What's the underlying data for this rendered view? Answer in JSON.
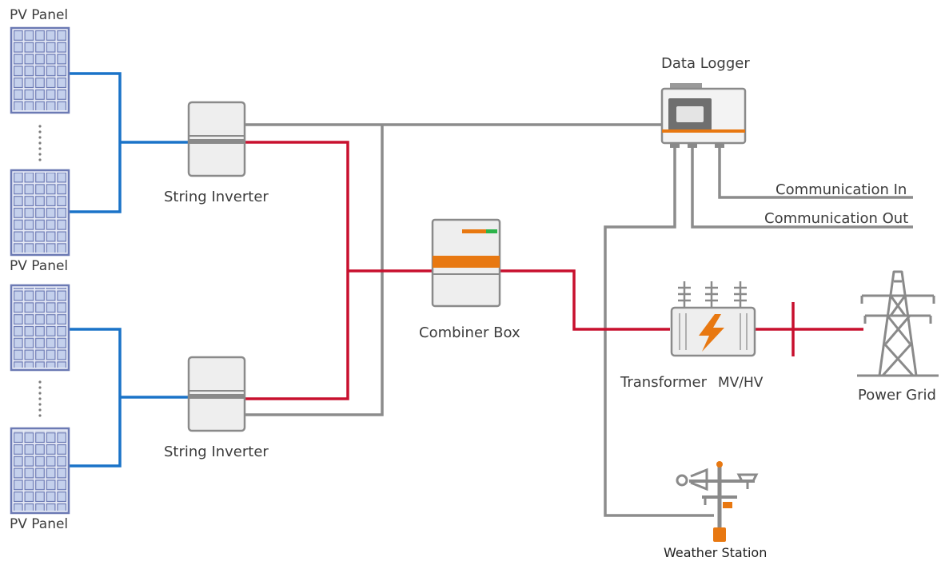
{
  "labels": {
    "pv_panel_top": "PV Panel",
    "pv_panel_mid": "PV Panel",
    "pv_panel_bottom": "PV Panel",
    "string_inverter_top": "String Inverter",
    "string_inverter_bottom": "String Inverter",
    "combiner_box": "Combiner Box",
    "data_logger": "Data Logger",
    "communication_in": "Communication In",
    "communication_out": "Communication Out",
    "transformer": "Transformer",
    "transformer_rating": "MV/HV",
    "power_grid": "Power Grid",
    "weather_station": "Weather Station"
  },
  "colors": {
    "dc_wire": "#1a73c8",
    "ac_wire": "#c8102e",
    "comm_wire": "#8c8c8c",
    "accent_orange": "#e87811",
    "indicator_green": "#2db34a",
    "panel_fill": "#bcc9e8",
    "device_fill": "#eeeeee",
    "device_stroke": "#8a8a8a"
  }
}
